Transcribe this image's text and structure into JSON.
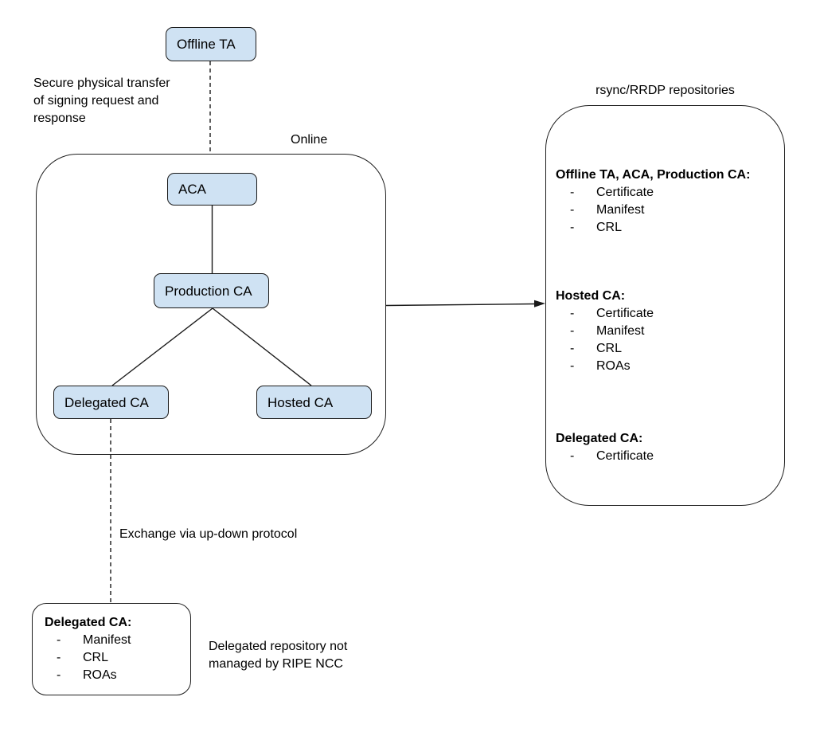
{
  "ui": {
    "bullet": "-"
  },
  "colors": {
    "node_fill": "#cfe2f3",
    "node_border": "#1a1a1a",
    "connector": "#1a1a1a",
    "background": "#ffffff"
  },
  "nodes": {
    "offline_ta": "Offline TA",
    "aca": "ACA",
    "production_ca": "Production CA",
    "delegated_ca": "Delegated CA",
    "hosted_ca": "Hosted CA"
  },
  "labels": {
    "online": "Online",
    "secure_transfer": "Secure physical transfer of signing request and response",
    "exchange_protocol": "Exchange via up-down protocol",
    "delegated_note": "Delegated repository not managed by RIPE NCC"
  },
  "repositories": {
    "title": "rsync/RRDP repositories",
    "sections": [
      {
        "heading": "Offline TA, ACA, Production CA:",
        "items": [
          "Certificate",
          "Manifest",
          "CRL"
        ]
      },
      {
        "heading": "Hosted CA:",
        "items": [
          "Certificate",
          "Manifest",
          "CRL",
          "ROAs"
        ]
      },
      {
        "heading": "Delegated CA:",
        "items": [
          "Certificate"
        ]
      }
    ]
  },
  "delegated_repository": {
    "heading": "Delegated CA:",
    "items": [
      "Manifest",
      "CRL",
      "ROAs"
    ]
  }
}
